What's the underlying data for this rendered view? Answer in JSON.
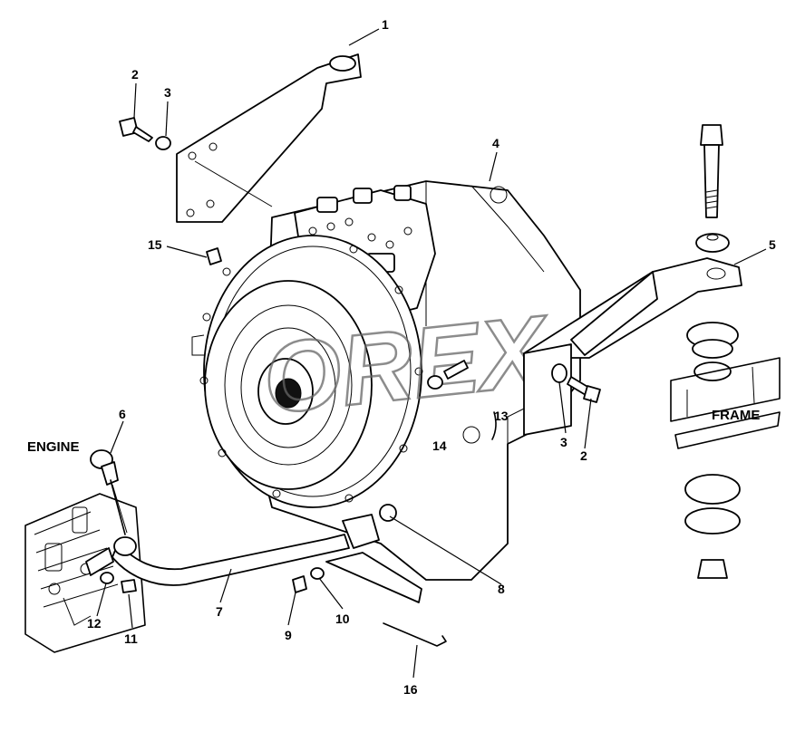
{
  "labels": {
    "engine": "ENGINE",
    "frame": "FRAME"
  },
  "watermark": "OREX",
  "callouts": [
    "1",
    "2",
    "3",
    "4",
    "5",
    "6",
    "7",
    "8",
    "9",
    "10",
    "11",
    "12",
    "13",
    "14",
    "15",
    "16",
    "3",
    "2"
  ]
}
